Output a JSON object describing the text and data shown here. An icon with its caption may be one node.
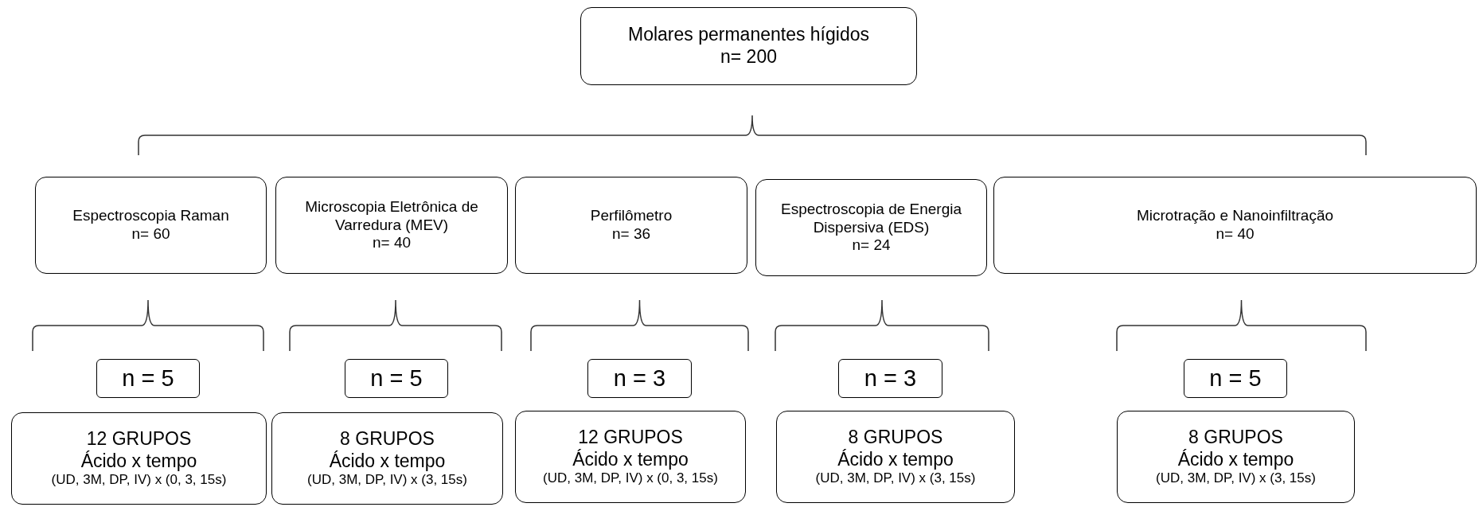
{
  "diagram": {
    "nodes": [
      {
        "text": [
          "Molares permanentes hígidos",
          "n= 200"
        ]
      },
      {
        "text": [
          "Espectroscopia Raman",
          "n= 60"
        ]
      },
      {
        "text": [
          "Microscopia Eletrônica de Varredura (MEV)",
          "n= 40"
        ]
      },
      {
        "text": [
          "Perfilômetro",
          "n= 36"
        ]
      },
      {
        "text": [
          "Espectroscopia de Energia Dispersiva (EDS)",
          "n= 24"
        ]
      },
      {
        "text": [
          "Microtração e Nanoinfiltração",
          "n= 40"
        ]
      },
      {
        "text": [
          "n = 5"
        ]
      },
      {
        "text": [
          "n = 5"
        ]
      },
      {
        "text": [
          "n = 3"
        ]
      },
      {
        "text": [
          "n = 3"
        ]
      },
      {
        "text": [
          "n = 5"
        ]
      },
      {
        "text": [
          "12 GRUPOS",
          "Ácido x tempo",
          "(UD, 3M, DP, IV) x (0, 3, 15s)"
        ]
      },
      {
        "text": [
          "8 GRUPOS",
          "Ácido x tempo",
          "(UD, 3M, DP, IV) x (3, 15s)"
        ]
      },
      {
        "text": [
          "12 GRUPOS",
          "Ácido x tempo",
          "(UD, 3M, DP, IV) x (0, 3, 15s)"
        ]
      },
      {
        "text": [
          "8 GRUPOS",
          "Ácido x tempo",
          "(UD, 3M, DP, IV) x (3, 15s)"
        ]
      },
      {
        "text": [
          "8 GRUPOS",
          "Ácido x tempo",
          "(UD, 3M, DP, IV) x (3, 15s)"
        ]
      }
    ]
  }
}
